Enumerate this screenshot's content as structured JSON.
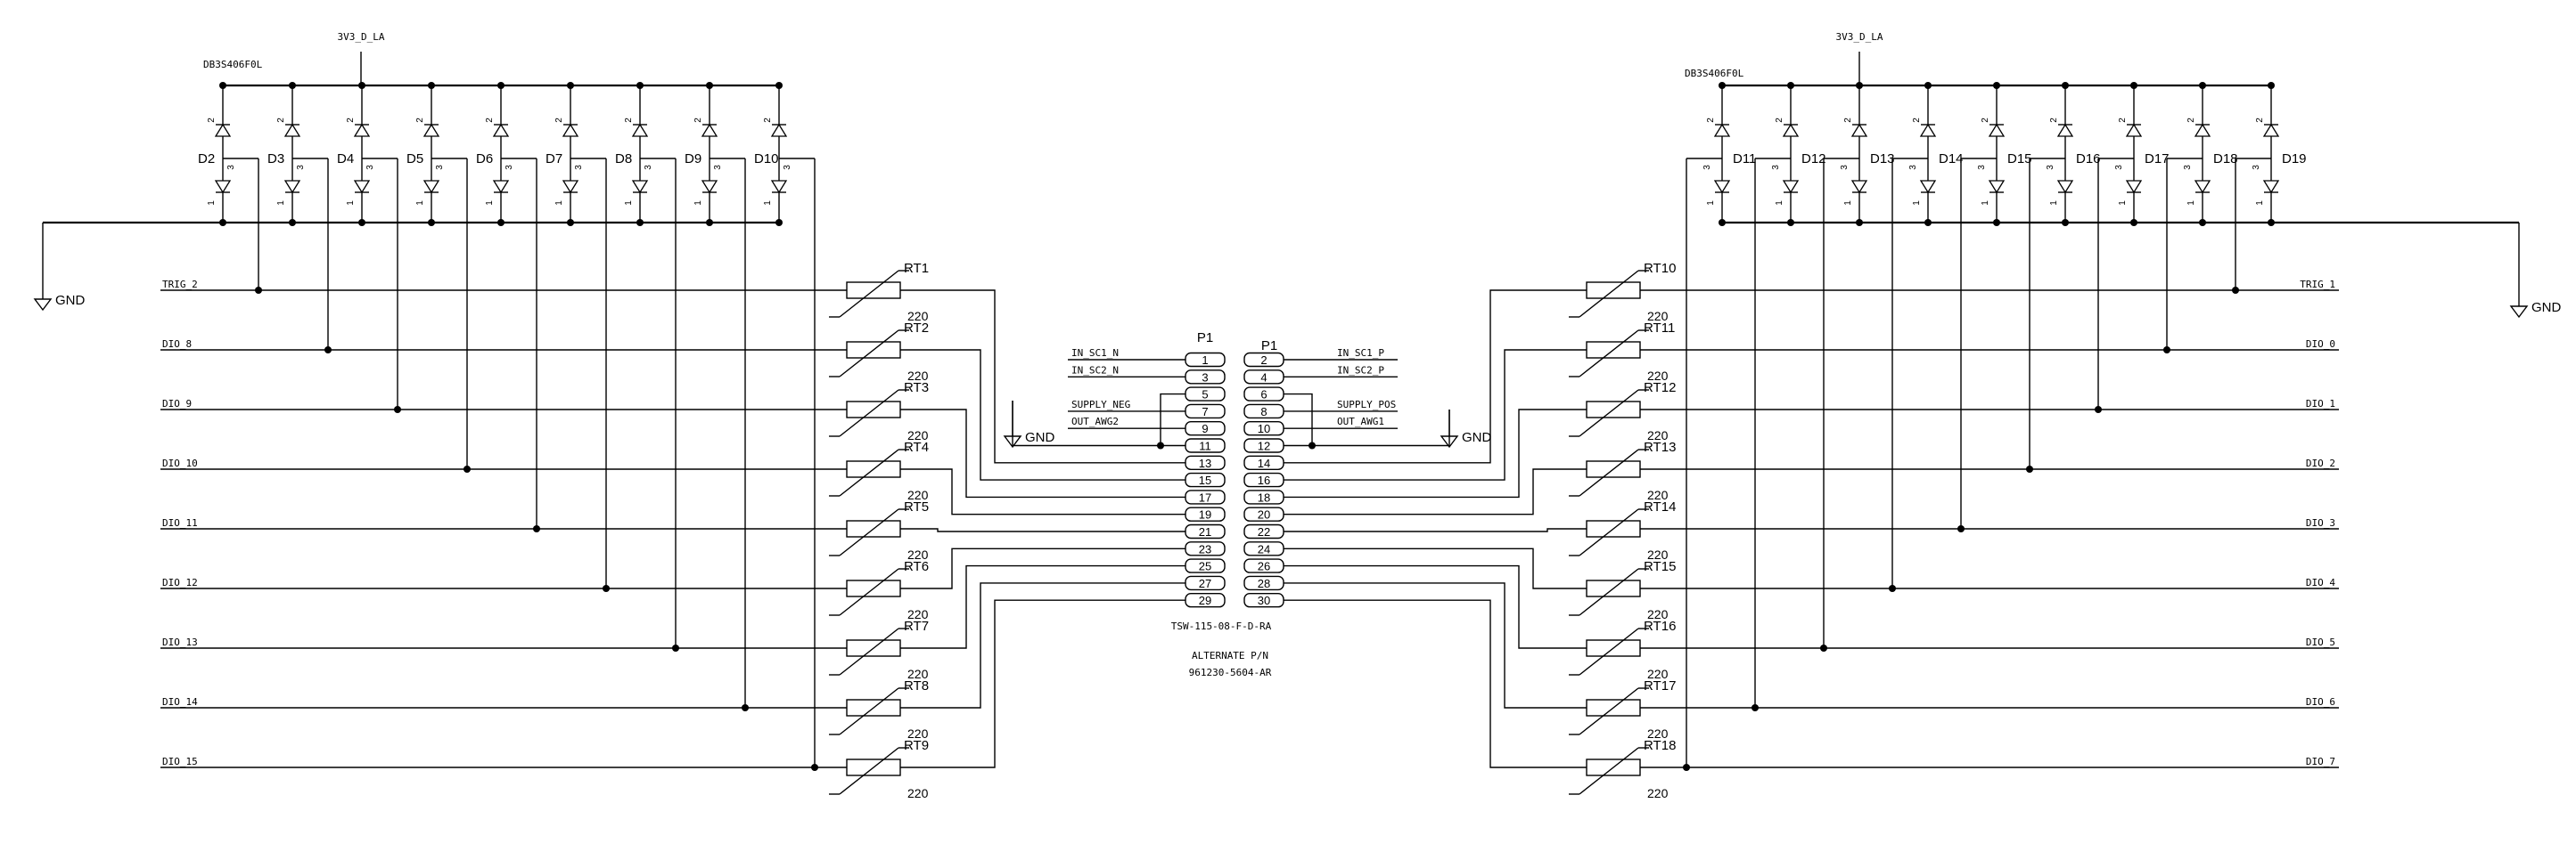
{
  "left_bank": {
    "supply_label": "3V3_D_LA",
    "part_label": "DB3S406F0L",
    "gnd_label": "GND",
    "diodes": [
      "D2",
      "D3",
      "D4",
      "D5",
      "D6",
      "D7",
      "D8",
      "D9",
      "D10"
    ],
    "resistors": [
      "RT1",
      "RT2",
      "RT3",
      "RT4",
      "RT5",
      "RT6",
      "RT7",
      "RT8",
      "RT9"
    ],
    "resistor_value": "220",
    "nets": [
      "TRIG_2",
      "DIO_8",
      "DIO_9",
      "DIO_10",
      "DIO_11",
      "DIO_12",
      "DIO_13",
      "DIO_14",
      "DIO_15"
    ]
  },
  "right_bank": {
    "supply_label": "3V3_D_LA",
    "part_label": "DB3S406F0L",
    "gnd_label": "GND",
    "diodes": [
      "D11",
      "D12",
      "D13",
      "D14",
      "D15",
      "D16",
      "D17",
      "D18",
      "D19"
    ],
    "resistors": [
      "RT10",
      "RT11",
      "RT12",
      "RT13",
      "RT14",
      "RT15",
      "RT16",
      "RT17",
      "RT18"
    ],
    "resistor_value": "220",
    "nets": [
      "TRIG_1",
      "DIO_0",
      "DIO_1",
      "DIO_2",
      "DIO_3",
      "DIO_4",
      "DIO_5",
      "DIO_6",
      "DIO_7"
    ]
  },
  "diode_pins": {
    "anode": "2",
    "cathode": "3",
    "common": "1"
  },
  "connector": {
    "ref": "P1",
    "part_number": "TSW-115-08-F-D-RA",
    "alternate_title": "ALTERNATE P/N",
    "alternate_pn": "961230-5604-AR",
    "left_pins": [
      "1",
      "3",
      "5",
      "7",
      "9",
      "11",
      "13",
      "15",
      "17",
      "19",
      "21",
      "23",
      "25",
      "27",
      "29"
    ],
    "right_pins": [
      "2",
      "4",
      "6",
      "8",
      "10",
      "12",
      "14",
      "16",
      "18",
      "20",
      "22",
      "24",
      "26",
      "28",
      "30"
    ],
    "left_signals": [
      "IN_SC1_N",
      "IN_SC2_N",
      "SUPPLY_NEG",
      "OUT_AWG2"
    ],
    "right_signals": [
      "IN_SC1_P",
      "IN_SC2_P",
      "SUPPLY_POS",
      "OUT_AWG1"
    ],
    "gnd_label": "GND"
  }
}
